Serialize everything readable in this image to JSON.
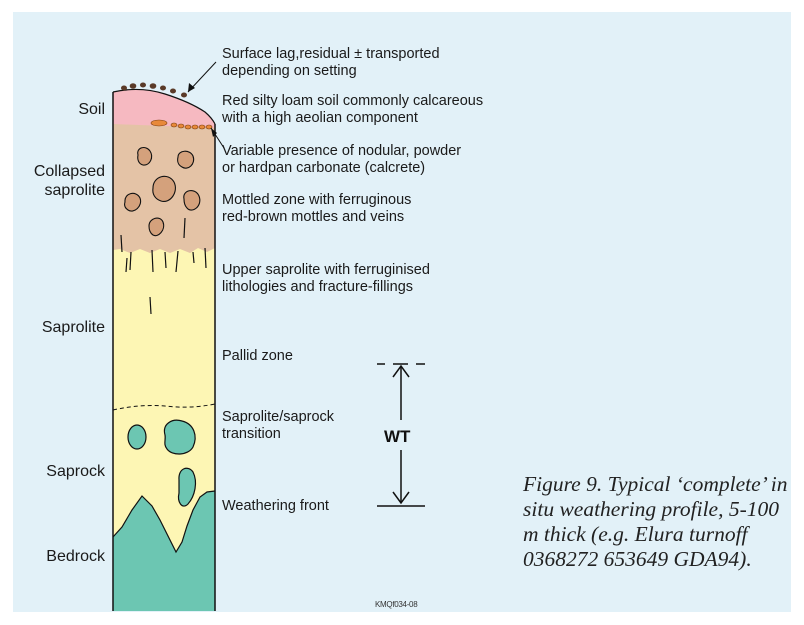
{
  "zone_labels": {
    "soil": "Soil",
    "collapsed_saprolite": [
      "Collapsed",
      "saprolite"
    ],
    "saprolite": "Saprolite",
    "saprock": "Saprock",
    "bedrock": "Bedrock"
  },
  "descriptions": {
    "surface_lag": [
      "Surface lag,residual ± transported",
      "depending on setting"
    ],
    "red_soil": [
      "Red silty loam soil commonly calcareous",
      "with a high aeolian component"
    ],
    "carbonate": [
      "Variable presence of nodular, powder",
      "or hardpan carbonate (calcrete)"
    ],
    "mottled_zone": [
      "Mottled zone with ferruginous",
      "red-brown mottles and veins"
    ],
    "upper_saprolite": [
      "Upper saprolite with ferruginised",
      "lithologies and fracture-fillings"
    ],
    "pallid_zone": "Pallid zone",
    "transition": [
      "Saprolite/saprock",
      "transition"
    ],
    "weathering_front": "Weathering front"
  },
  "water_table_label": "WT",
  "caption": "Figure 9. Typical ‘complete’ in situ weathering profile, 5-100 m thick (e.g. Elura turnoff 0368272 653649 GDA94).",
  "figure_code": "KMQf034-08",
  "colors": {
    "background": "#e2f1f8",
    "soil": "#f6b9c1",
    "collapsed_saprolite": "#e4c3a6",
    "saprolite": "#fdf6b4",
    "bedrock": "#6cc6b2",
    "nodules": "#d4a17c",
    "lag": "#5a3a28",
    "carbonate": "#e8893a"
  }
}
